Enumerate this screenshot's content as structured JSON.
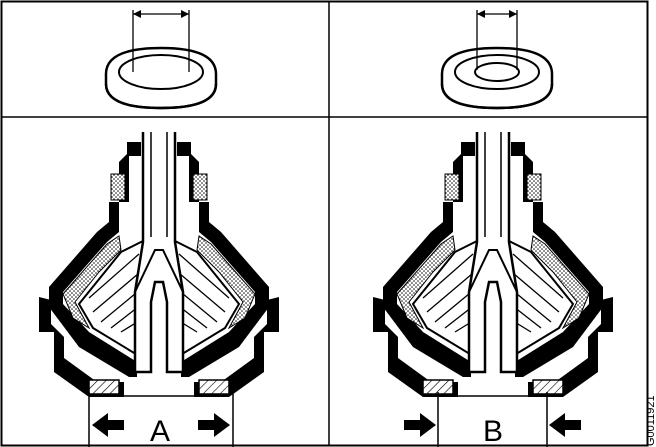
{
  "panels": [
    {
      "id": "left",
      "label": "A",
      "arrow_direction": "outward"
    },
    {
      "id": "right",
      "label": "B",
      "arrow_direction": "inward"
    }
  ],
  "figure_code": "G0011921",
  "colors": {
    "ink": "#000000",
    "paper": "#ffffff",
    "stipple": "#9a9a9a"
  }
}
